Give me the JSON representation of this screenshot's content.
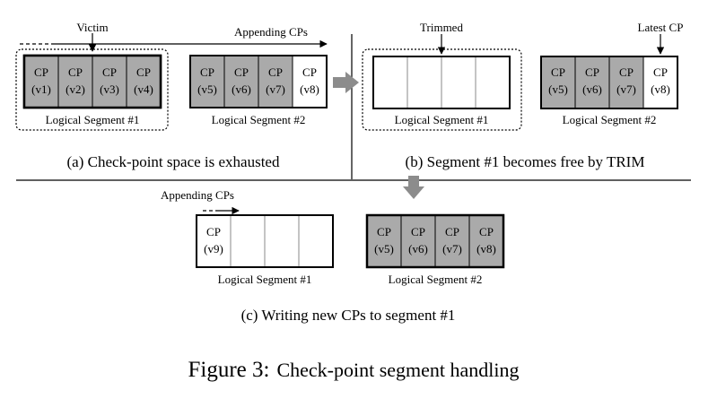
{
  "annotations": {
    "victim": "Victim",
    "appending_a": "Appending CPs",
    "trimmed": "Trimmed",
    "latest_cp": "Latest CP",
    "appending_c": "Appending CPs"
  },
  "panels": {
    "a": {
      "seg1": {
        "label": "Logical Segment #1",
        "cells": [
          {
            "t": "CP",
            "v": "(v1)"
          },
          {
            "t": "CP",
            "v": "(v2)"
          },
          {
            "t": "CP",
            "v": "(v3)"
          },
          {
            "t": "CP",
            "v": "(v4)"
          }
        ]
      },
      "seg2": {
        "label": "Logical Segment #2",
        "cells": [
          {
            "t": "CP",
            "v": "(v5)"
          },
          {
            "t": "CP",
            "v": "(v6)"
          },
          {
            "t": "CP",
            "v": "(v7)"
          },
          {
            "t": "CP",
            "v": "(v8)"
          }
        ]
      },
      "caption": "(a) Check-point space is exhausted"
    },
    "b": {
      "seg1": {
        "label": "Logical Segment #1",
        "cells": [
          {
            "t": "",
            "v": ""
          },
          {
            "t": "",
            "v": ""
          },
          {
            "t": "",
            "v": ""
          },
          {
            "t": "",
            "v": ""
          }
        ]
      },
      "seg2": {
        "label": "Logical Segment #2",
        "cells": [
          {
            "t": "CP",
            "v": "(v5)"
          },
          {
            "t": "CP",
            "v": "(v6)"
          },
          {
            "t": "CP",
            "v": "(v7)"
          },
          {
            "t": "CP",
            "v": "(v8)"
          }
        ]
      },
      "caption": "(b) Segment #1 becomes free by TRIM"
    },
    "c": {
      "seg1": {
        "label": "Logical Segment #1",
        "cells": [
          {
            "t": "CP",
            "v": "(v9)"
          },
          {
            "t": "",
            "v": ""
          },
          {
            "t": "",
            "v": ""
          },
          {
            "t": "",
            "v": ""
          }
        ]
      },
      "seg2": {
        "label": "Logical Segment #2",
        "cells": [
          {
            "t": "CP",
            "v": "(v5)"
          },
          {
            "t": "CP",
            "v": "(v6)"
          },
          {
            "t": "CP",
            "v": "(v7)"
          },
          {
            "t": "CP",
            "v": "(v8)"
          }
        ]
      },
      "caption": "(c) Writing new CPs to segment #1"
    }
  },
  "figure_caption": {
    "title": "Figure 3:",
    "subtitle": "Check-point segment handling"
  },
  "colors": {
    "filled_cell": "#aaaaaa",
    "empty_cell": "#ffffff",
    "flow_arrow": "#8c8c8c"
  }
}
